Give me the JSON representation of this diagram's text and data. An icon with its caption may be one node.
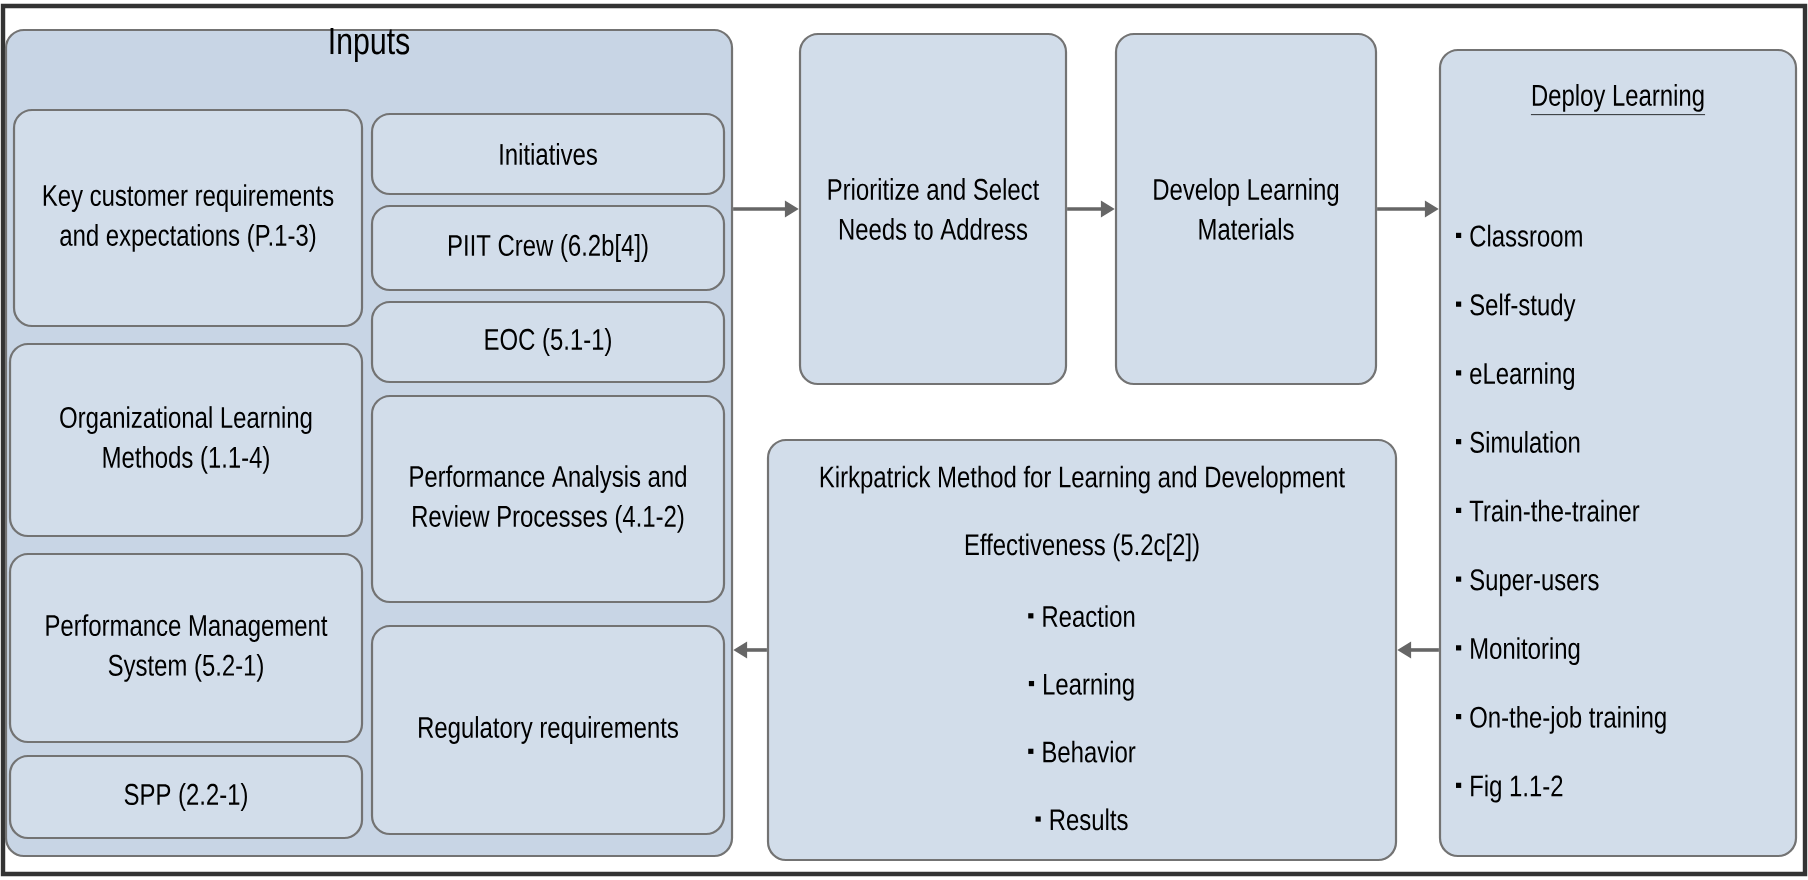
{
  "diagram": {
    "nodes": [
      {
        "text": [
          "Inputs"
        ]
      },
      {
        "text": [
          "Key customer requirements and expectations (P.1-3)"
        ],
        "in": 0
      },
      {
        "text": [
          "Initiatives"
        ],
        "in": 0
      },
      {
        "text": [
          "PIIT Crew (6.2b[4])"
        ],
        "in": 0
      },
      {
        "text": [
          "Organizational Learning Methods (1.1-4)"
        ],
        "in": 0
      },
      {
        "text": [
          "EOC (5.1-1)"
        ],
        "in": 0
      },
      {
        "text": [
          "Performance Analysis and Review Processes (4.1-2)"
        ],
        "in": 0
      },
      {
        "text": [
          "Performance Management System (5.2-1)"
        ],
        "in": 0
      },
      {
        "text": [
          "Regulatory requirements"
        ],
        "in": 0
      },
      {
        "text": [
          "SPP (2.2-1)"
        ],
        "in": 0
      },
      {
        "text": [
          "Prioritize and Select Needs to Address"
        ]
      },
      {
        "text": [
          "Develop Learning Materials"
        ]
      },
      {
        "text": [
          "Deploy Learning",
          "Classroom",
          "Self-study",
          "eLearning",
          "Simulation",
          "Train-the-trainer",
          "Super-users",
          "Monitoring",
          "On-the-job training",
          "Fig 1.1-2"
        ]
      },
      {
        "text": [
          "Kirkpatrick Method for Learning and Development Effectiveness (5.2c[2])",
          "Reaction",
          "Learning",
          "Behavior",
          "Results"
        ]
      }
    ],
    "edges": [
      {
        "from": 0,
        "to": 10,
        "arrow": "to"
      },
      {
        "from": 10,
        "to": 11,
        "arrow": "to"
      },
      {
        "from": 11,
        "to": 12,
        "arrow": "to"
      },
      {
        "from": 12,
        "to": 13,
        "arrow": "to"
      },
      {
        "from": 13,
        "to": 0,
        "arrow": "to"
      }
    ]
  }
}
